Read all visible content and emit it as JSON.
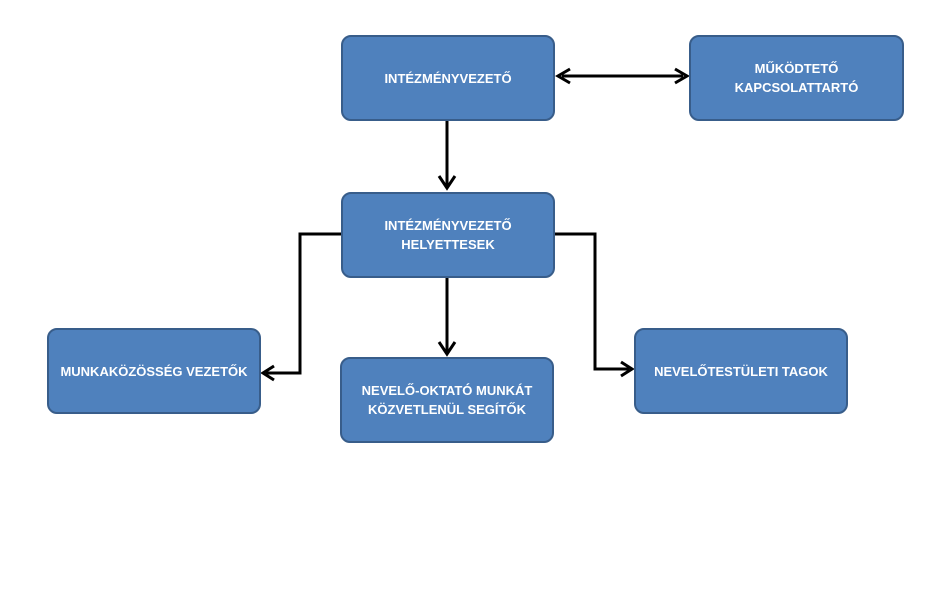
{
  "nodes": {
    "director": "INTÉZMÉNYVEZETŐ",
    "operator_contact": "MŰKÖDTETŐ KAPCSOLATTARTÓ",
    "deputies": "INTÉZMÉNYVEZETŐ HELYETTESEK",
    "workgroup_leaders": "MUNKAKÖZÖSSÉG VEZETŐK",
    "teaching_support": "NEVELŐ-OKTATÓ MUNKÁT KÖZVETLENÜL SEGÍTŐK",
    "staff_members": "NEVELŐTESTÜLETI TAGOK"
  },
  "colors": {
    "node_fill": "#4f81bd",
    "node_border": "#385d8a",
    "node_text": "#ffffff",
    "connector": "#000000"
  },
  "edges": [
    {
      "from": "director",
      "to": "operator_contact",
      "direction": "both"
    },
    {
      "from": "director",
      "to": "deputies",
      "direction": "forward"
    },
    {
      "from": "deputies",
      "to": "workgroup_leaders",
      "direction": "forward"
    },
    {
      "from": "deputies",
      "to": "teaching_support",
      "direction": "forward"
    },
    {
      "from": "deputies",
      "to": "staff_members",
      "direction": "forward"
    }
  ]
}
